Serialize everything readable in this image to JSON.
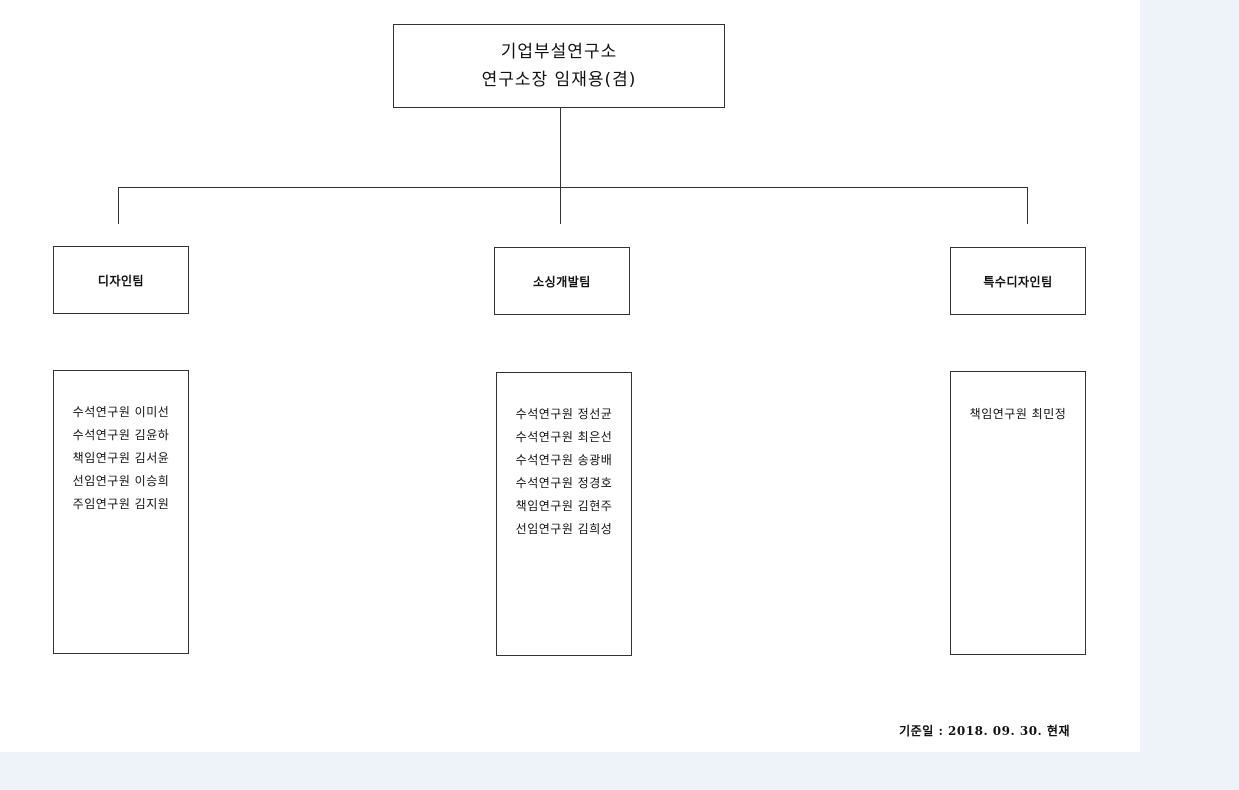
{
  "org": {
    "head": {
      "title": "기업부설연구소",
      "subtitle": "연구소장 임재용(겸)"
    },
    "teams": [
      {
        "name": "디자인팀",
        "members": [
          "수석연구원 이미선",
          "수석연구원 김윤하",
          "책임연구원 김서윤",
          "선임연구원 이승희",
          "주임연구원 김지원"
        ]
      },
      {
        "name": "소싱개발팀",
        "members": [
          "수석연구원 정선균",
          "수석연구원 최은선",
          "수석연구원 송광배",
          "수석연구원 정경호",
          "책임연구원 김현주",
          "선임연구원 김희성"
        ]
      },
      {
        "name": "특수디자인팀",
        "members": [
          "책임연구원 최민정"
        ]
      }
    ],
    "reference_date": "기준일 : 2018. 09. 30. 현재"
  }
}
